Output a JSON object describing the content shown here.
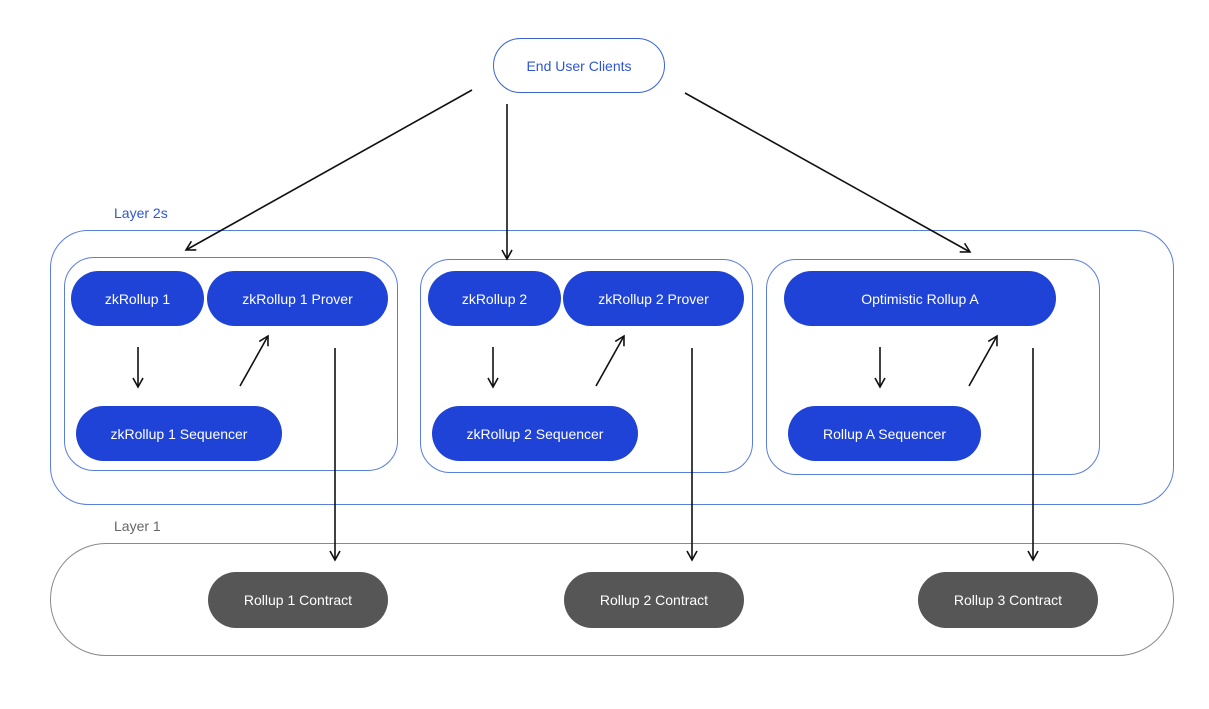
{
  "client": {
    "label": "End User Clients"
  },
  "layer2": {
    "label": "Layer 2s"
  },
  "layer1": {
    "label": "Layer 1"
  },
  "rollups": [
    {
      "rollup": "zkRollup 1",
      "prover": "zkRollup 1 Prover",
      "sequencer": "zkRollup 1 Sequencer"
    },
    {
      "rollup": "zkRollup 2",
      "prover": "zkRollup 2 Prover",
      "sequencer": "zkRollup 2 Sequencer"
    },
    {
      "rollup": "Optimistic Rollup A",
      "sequencer": "Rollup A Sequencer"
    }
  ],
  "contracts": [
    "Rollup 1 Contract",
    "Rollup 2 Contract",
    "Rollup 3 Contract"
  ],
  "colors": {
    "node_blue": "#1f43d6",
    "contract_gray": "#565656",
    "accent_blue": "#2f56d0"
  }
}
